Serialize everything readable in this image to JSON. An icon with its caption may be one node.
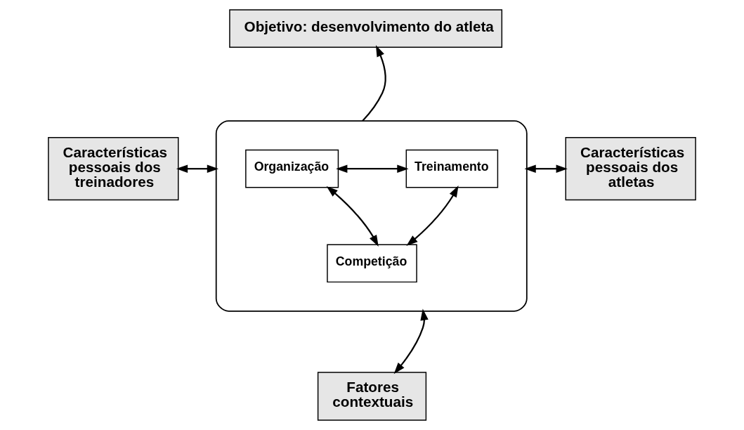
{
  "diagram": {
    "nodes": [
      {
        "text": [
          "Objetivo: desenvolvimento do atleta"
        ]
      },
      {
        "text": [
          "Características pessoais dos treinadores"
        ]
      },
      {
        "text": [],
        "shape": "ellipse"
      },
      {
        "text": [
          "Organização"
        ],
        "in": 2
      },
      {
        "text": [
          "Treinamento"
        ],
        "in": 2
      },
      {
        "text": [
          "Competição"
        ],
        "in": 2
      },
      {
        "text": [
          "Características pessoais dos atletas"
        ]
      },
      {
        "text": [
          "Fatores contextuais"
        ]
      }
    ],
    "edges": [
      {
        "from": 2,
        "to": 0,
        "arrow": "to"
      },
      {
        "from": 1,
        "to": 2,
        "arrow": "both"
      },
      {
        "from": 3,
        "to": 4,
        "arrow": "both"
      },
      {
        "from": 2,
        "to": 6,
        "arrow": "both"
      },
      {
        "from": 3,
        "to": 5,
        "arrow": "both"
      },
      {
        "from": 5,
        "to": 4,
        "arrow": "both"
      },
      {
        "from": 7,
        "to": 2,
        "arrow": "both"
      }
    ]
  }
}
